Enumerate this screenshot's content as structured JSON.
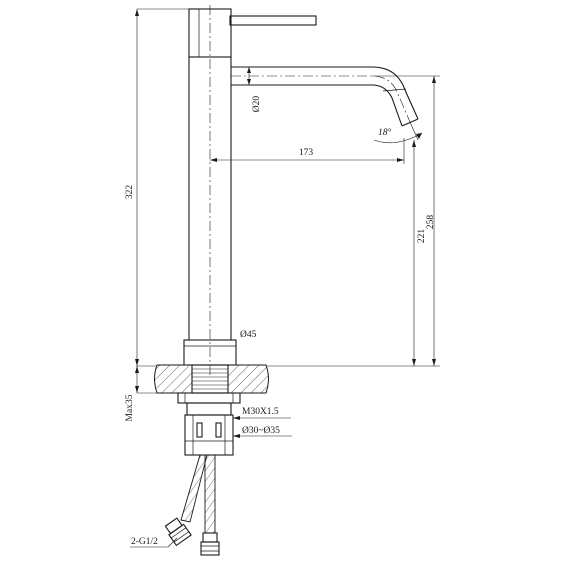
{
  "dimensions": {
    "total_height": "322",
    "spout_reach": "173",
    "spout_height": "258",
    "outlet_height": "221",
    "spout_diameter": "Ø20",
    "base_diameter": "Ø45",
    "spout_angle": "18°",
    "max_thickness": "Max35",
    "thread": "M30X1.5",
    "hole_range": "Ø30~Ø35",
    "hose_connection": "2-G1/2"
  }
}
